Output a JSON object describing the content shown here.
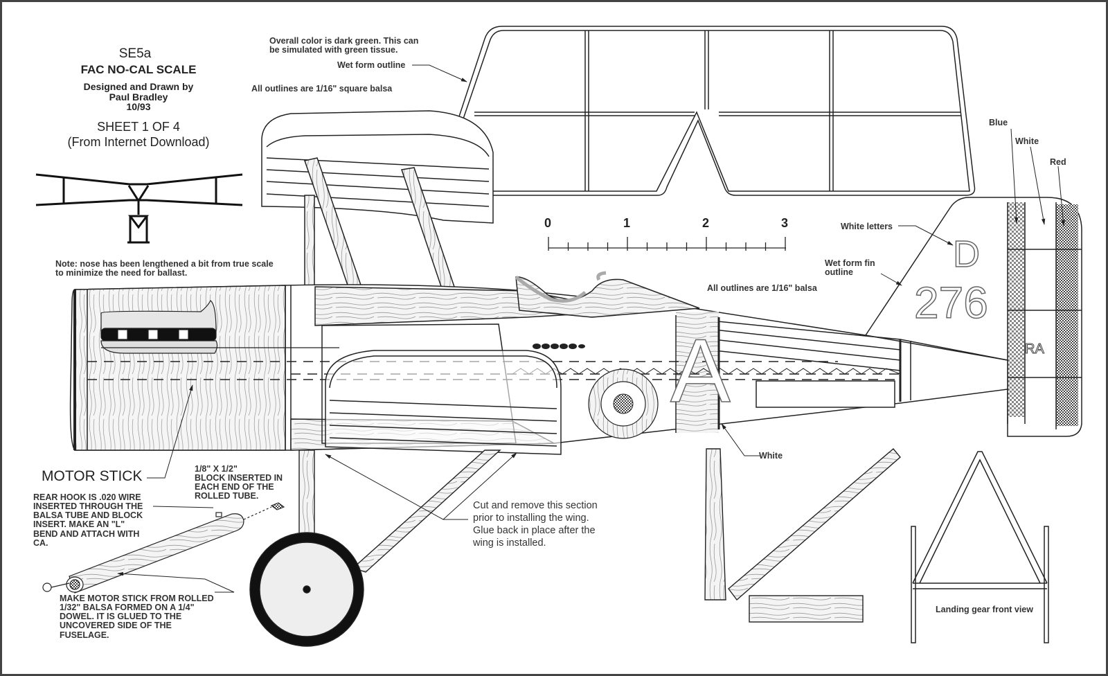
{
  "title": {
    "model": "SE5a",
    "category": "FAC NO-CAL SCALE",
    "designer": "Designed and Drawn by\nPaul Bradley\n10/93",
    "sheet": "SHEET 1 OF 4",
    "source": "(From Internet Download)"
  },
  "notes": {
    "color_note": "Overall color is dark green. This can\nbe simulated with green tissue.",
    "wet_form_outline": "Wet form outline",
    "outlines_square": "All outlines are 1/16\" square balsa",
    "nose_note": "Note: nose has been lengthened a bit from true scale\nto minimize the need for ballast.",
    "white_letters": "White letters",
    "wet_form_fin": "Wet form fin\noutline",
    "outlines_balsa": "All outlines are 1/16\" balsa",
    "blue": "Blue",
    "white_stripe": "White",
    "red": "Red",
    "white_roundel": "White",
    "motor_stick": "MOTOR STICK",
    "block_note": "1/8\" X 1/2\"\nBLOCK INSERTED IN\nEACH END OF THE\nROLLED TUBE.",
    "rear_hook": "REAR HOOK IS .020 WIRE\nINSERTED THROUGH THE\nBALSA TUBE AND BLOCK\nINSERT.  MAKE AN \"L\"\nBEND AND ATTACH WITH\nCA.",
    "motor_stick_note": "MAKE MOTOR STICK FROM ROLLED\n1/32\" BALSA FORMED ON A 1/4\"\nDOWEL. IT IS GLUED TO THE\nUNCOVERED SIDE OF THE\nFUSELAGE.",
    "cut_note": "Cut and remove this section\nprior to installing the wing.\nGlue back in place after the\nwing is installed.",
    "landing_gear": "Landing gear front view"
  },
  "scale_bar": {
    "labels": [
      "0",
      "1",
      "2",
      "3"
    ]
  },
  "markings": {
    "fin_letter": "D",
    "serial": "276",
    "fuselage_letter": "A",
    "raf": "RA"
  }
}
